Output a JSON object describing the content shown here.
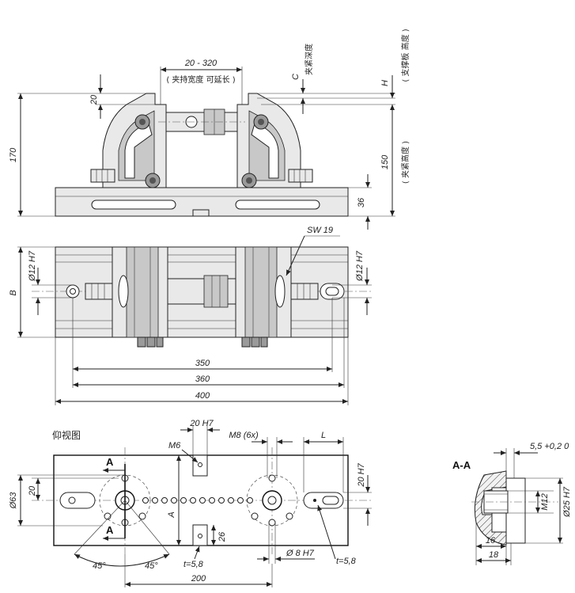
{
  "front_view": {
    "dim_width_range": "20 - 320",
    "note_width_range": "( 夹持宽度 可延长 )",
    "dim_top": "20",
    "dim_total_height": "170",
    "dim_base_height": "36",
    "dim_clamp_height": "150",
    "note_clamp_height": "( 夹紧高度 )",
    "dim_h": "H",
    "note_h": "( 支撑板 高度 )",
    "dim_c": "C",
    "note_c": "夹紧深度"
  },
  "top_view": {
    "dim_b": "B",
    "dim_bore_left": "Ø12 H7",
    "dim_bore_right": "Ø12 H7",
    "wrench": "SW 19",
    "dim_350": "350",
    "dim_360": "360",
    "dim_400": "400"
  },
  "bottom_view": {
    "title": "仰视图",
    "dim_20h7_top": "20 H7",
    "dim_m8": "M8 (6x)",
    "dim_m6": "M6",
    "dim_l": "L",
    "dim_20h7_right": "20 H7",
    "dim_63": "Ø63",
    "dim_20_left": "20",
    "section_marker_a": "A",
    "dim_a": "A",
    "dim_26": "26",
    "dim_t_left": "t=5,8",
    "dim_t_right": "t=5,8",
    "dim_8h7": "Ø 8 H7",
    "angle_left": "45°",
    "angle_right": "45°",
    "dim_200": "200"
  },
  "section_view": {
    "title": "A-A",
    "dim_depth": "5,5 +0,2 0",
    "dim_m12": "M12",
    "dim_25h7": "Ø25 H7",
    "dim_16": "16",
    "dim_18": "18"
  }
}
